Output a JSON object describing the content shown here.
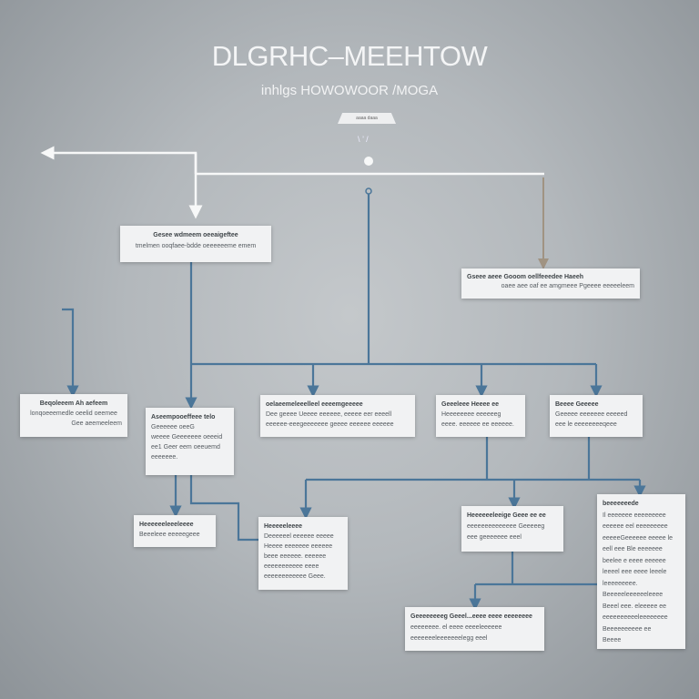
{
  "header": {
    "title": "DLGRHC–MEEHTOW",
    "subtitle": "inhlgs HOWOWOOR /MOGA",
    "badge": "aaaa daaa",
    "spark": "\\ ’ /"
  },
  "boxes": [
    {
      "id": "a",
      "title": "Gesee wdmeem oeeaigeftee",
      "lines": [
        "tmelmen ooqfaee-bdde oeeeeeeme emem"
      ]
    },
    {
      "id": "b",
      "title": "Gseee aeee Gooom oellfeeedee Haeeh",
      "lines": [
        "oaee aee oaf ee amgmeee Pgeeee eeeeeleem"
      ]
    },
    {
      "id": "c",
      "title": "Beqoleeem Ah aefeem",
      "lines": [
        "lonqoeeemedle oeelid oeemee",
        "Gee aeemeeleem"
      ]
    },
    {
      "id": "d",
      "title": "Aseempooeffeee telo",
      "lines": [
        "Geeeeee oeeG",
        "weeee Geeeeeee oeeeid",
        "ee1 Geer eem oeeuemd",
        "eeeeeee."
      ]
    },
    {
      "id": "e",
      "title": "oelaeemeleeelleel eeeemgeeeee",
      "lines": [
        "Dee geeee Ueeee eeeeee, eeeee eer eeeell",
        "eeeeee-eeegeeeeeee geeee eeeeee eeeeee"
      ]
    },
    {
      "id": "f",
      "title": "Geeeleee Heeee ee",
      "lines": [
        "Heeeeeeee eeeeeeg",
        "eeee. eeeeee ee eeeeee."
      ]
    },
    {
      "id": "g",
      "title": "Beeee Geeeee",
      "lines": [
        "Geeeee eeeeeee eeeeed",
        "eee le eeeeeeeeqeee"
      ]
    },
    {
      "id": "h",
      "title": "Heeeeeeleeeleeee",
      "lines": [
        "Beeeleee eeeeegeee"
      ]
    },
    {
      "id": "i",
      "title": "Heeeeeleeee",
      "lines": [
        "Deeeeeel eeeeee eeeee",
        "Heeee eeeeeee eeeeee",
        "beee eeeeee. eeeeee",
        "eeeeeeeeeee eeee",
        "eeeeeeeeeeee Geee."
      ]
    },
    {
      "id": "j",
      "title": "Heeeeeeleeige Geee ee ee",
      "lines": [
        "eeeeeeeeeeeeee Geeeeeg",
        "eee geeeeeee eeel"
      ]
    },
    {
      "id": "k",
      "title": "beeeeeeede",
      "lines": [
        "Il eeeeeee eeeeeeeee",
        "eeeeee eel eeeeeeeee",
        "eeeeeGeeeeee eeeee le",
        "eell eee Ble eeeeeee",
        "beelee e eeee eeeeee",
        "leeeel eee eeee leeele",
        "leeeeeeeee.",
        "Beeeeeleeeeeeleeee",
        "Beeel eee. eleeeee ee",
        "eeeeeeeeeeleeeeeeee",
        "Beeeeeeeeee ee",
        "Beeee"
      ]
    },
    {
      "id": "l",
      "title": "Geeeeeeeeg Geeel...eeee eeee eeeeeeee",
      "lines": [
        "eeeeeeee. el eeee eeeeleeeeee",
        "eeeeeeeleeeeeeelegg eeel"
      ]
    }
  ],
  "colors": {
    "connector": "#4b7699",
    "white_line": "#f7f8f8",
    "tan_line": "#a09382"
  }
}
